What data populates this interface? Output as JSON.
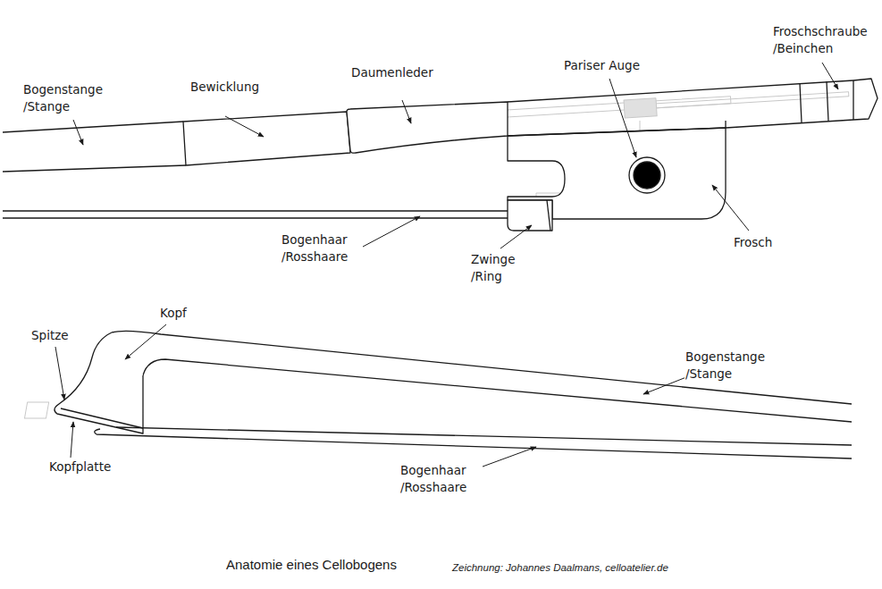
{
  "diagram": {
    "caption": "Anatomie eines Cellobogens",
    "labels": [
      "Bogenstange /Stange",
      "Bewicklung",
      "Daumenleder",
      "Pariser Auge",
      "Froschschraube /Beinchen",
      "Bogenhaar /Rosshaare",
      "Zwinge /Ring",
      "Frosch",
      "Kopf",
      "Spitze",
      "Kopfplatte",
      "Bogenstange /Stange",
      "Bogenhaar /Rosshaare",
      "Zeichnung: Johannes Daalmans, celloatelier.de"
    ]
  }
}
